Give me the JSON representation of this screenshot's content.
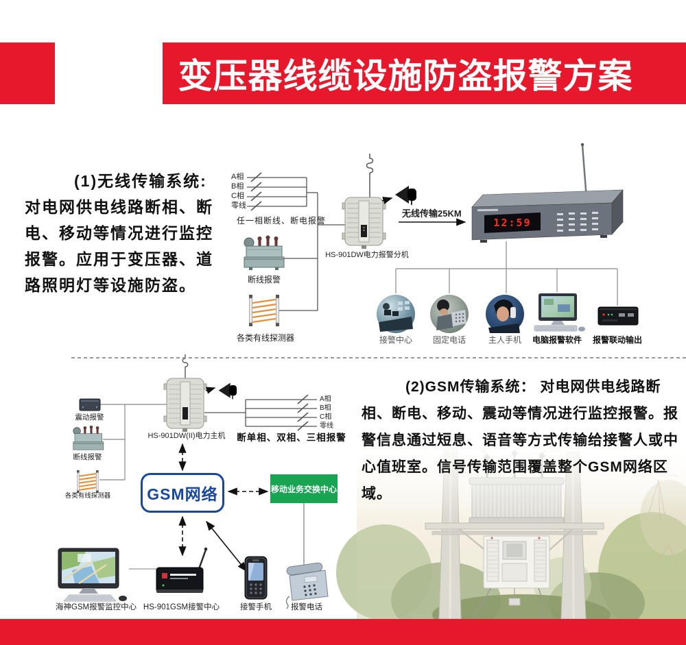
{
  "poster": {
    "title": "变压器线缆设施防盗报警方案",
    "colors": {
      "banner_red": "#e8182c",
      "gsm_blue": "#17479e",
      "msc_green": "#18a452"
    }
  },
  "wireless_system": {
    "intro": "(1)无线传输系统: 对电网供电线路断相、断电、移动等情况进行监控报警。应用于变压器、道路照明灯等设施防盗。",
    "phase_labels": [
      "A相",
      "B相",
      "C相",
      "零线"
    ],
    "phase_caption": "任一相断线、断电报警",
    "sensor_labels": [
      "断线报警",
      "各类有线探测器"
    ],
    "transmitter_label": "HS-901DW电力报警分机",
    "wireless_link_label": "无线传输25KM",
    "receiver_display": "12:59",
    "output_labels": [
      "接警中心",
      "固定电话",
      "主人手机",
      "电脑报警软件",
      "报警联动输出"
    ]
  },
  "gsm_system": {
    "intro": "(2)GSM传输系统：  对电网供电线路断相、断电、移动、震动等情况进行监控报警。报警信息通过短息、语音等方式传输给接警人或中心值班室。信号传输范围覆盖整个GSM网络区域。",
    "sensor_labels": [
      "震动报警",
      "断线报警",
      "各类有线探测器"
    ],
    "host_label": "HS-901DW(II)电力主机",
    "phase_labels": [
      "A相",
      "B相",
      "C相",
      "零线"
    ],
    "phase_caption": "断单相、双相、三相报警",
    "gsm_network_label": "GSM网络",
    "msc_label": "移动业务交换中心",
    "terminal_labels": [
      "海神GSM报警监控中心",
      "HS-901GSM接警中心",
      "接警手机",
      "报警电话"
    ]
  }
}
